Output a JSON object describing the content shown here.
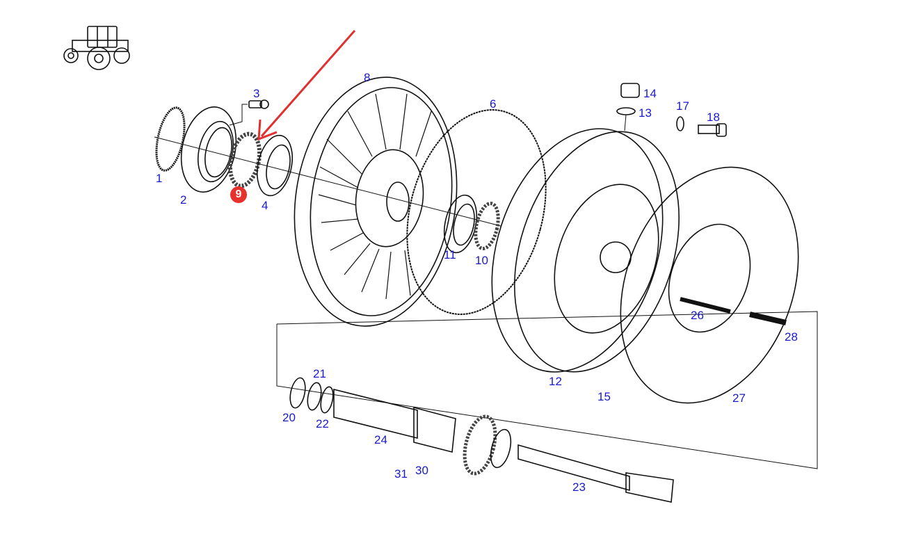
{
  "diagram": {
    "type": "exploded-parts-view",
    "subject": "torque converter / fluid coupling assembly",
    "vehicle_icon": "tractor-icon",
    "highlighted_part": "9",
    "highlight_color": "#e8302c",
    "label_color": "#1a1acc",
    "arrow_color": "#e03030",
    "labels": {
      "p1": "1",
      "p2": "2",
      "p3": "3",
      "p4": "4",
      "p6": "6",
      "p8": "8",
      "p9": "9",
      "p10": "10",
      "p11": "11",
      "p12": "12",
      "p13": "13",
      "p14": "14",
      "p15": "15",
      "p17": "17",
      "p18": "18",
      "p20": "20",
      "p21": "21",
      "p22": "22",
      "p23": "23",
      "p24": "24",
      "p26": "26",
      "p27": "27",
      "p28": "28",
      "p30": "30",
      "p31": "31"
    }
  }
}
